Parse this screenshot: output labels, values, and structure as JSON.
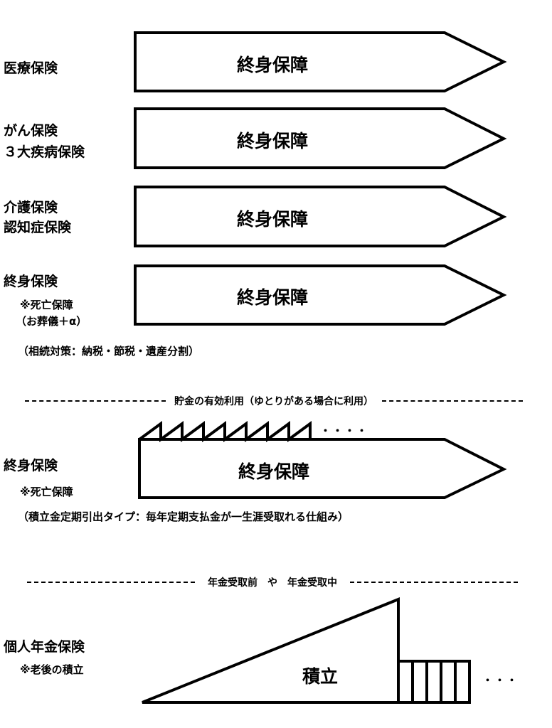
{
  "rows": [
    {
      "label_lines": [
        "医療保険"
      ],
      "arrow_text": "終身保障"
    },
    {
      "label_lines": [
        "がん保険",
        "３大疾病保険"
      ],
      "arrow_text": "終身保障"
    },
    {
      "label_lines": [
        "介護保険",
        "認知症保険"
      ],
      "arrow_text": "終身保障"
    },
    {
      "label_lines": [
        "終身保険"
      ],
      "notes": [
        "※死亡保障",
        "（お葬儀＋α）"
      ],
      "arrow_text": "終身保障",
      "footnote": "（相続対策：納税・節税・遺産分割）"
    }
  ],
  "section2": {
    "divider": "貯金の有効利用（ゆとりがある場合に利用）",
    "label": "終身保険",
    "note": "※死亡保障",
    "arrow_text": "終身保障",
    "dots": "・・・・",
    "footnote": "（積立金定期引出タイプ：毎年定期支払金が一生涯受取れる仕組み）"
  },
  "section3": {
    "divider": "年金受取前　や　年金受取中",
    "label": "個人年金保険",
    "note": "※老後の積立",
    "triangle_text": "積立",
    "dots": "・・・"
  }
}
